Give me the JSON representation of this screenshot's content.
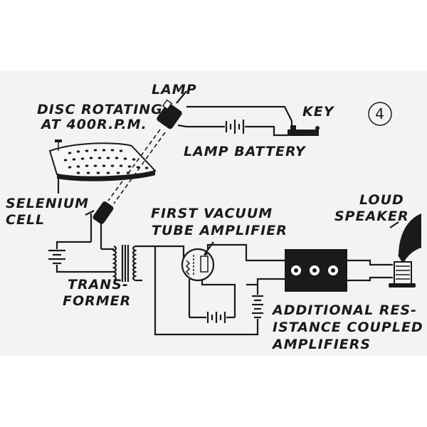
{
  "figure_number": "4",
  "labels": {
    "lamp": "LAMP",
    "disc_line1": "DISC ROTATING",
    "disc_line2": "AT 400R.P.M.",
    "key": "KEY",
    "lamp_battery": "LAMP BATTERY",
    "loud": "LOUD",
    "speaker": "SPEAKER",
    "selenium": "SELENIUM",
    "cell": "CELL",
    "first_vacuum": "FIRST VACUUM",
    "tube_amplifier": "TUBE AMPLIFIER",
    "trans": "TRANS-",
    "former": "FORMER",
    "additional_line1": "ADDITIONAL RES-",
    "additional_line2": "ISTANCE COUPLED",
    "additional_line3": "AMPLIFIERS"
  },
  "colors": {
    "ink": "#1a1a1a",
    "paper": "#f3f3f1"
  }
}
